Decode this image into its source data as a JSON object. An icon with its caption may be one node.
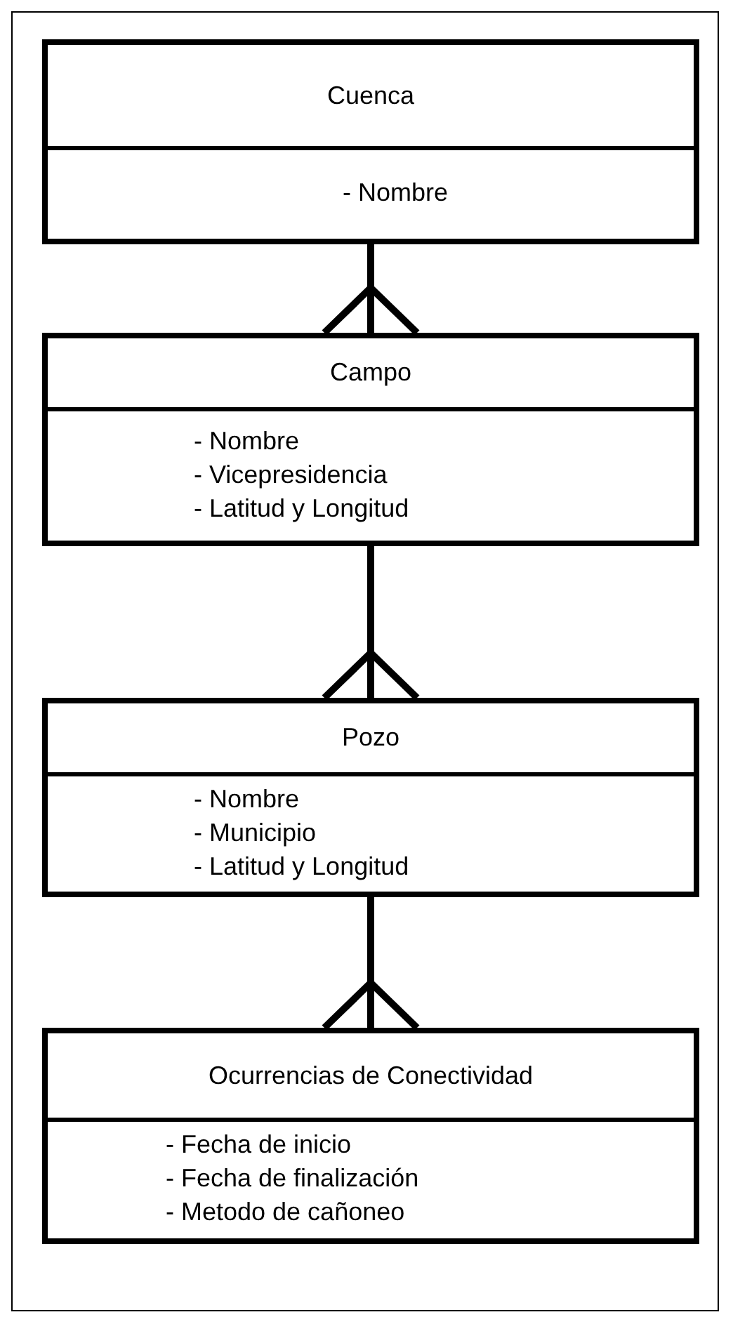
{
  "diagram": {
    "nodes": [
      {
        "text": [
          "Cuenca",
          "- Nombre"
        ]
      },
      {
        "text": [
          "Campo",
          "- Nombre",
          "- Vicepresidencia",
          "- Latitud y Longitud"
        ]
      },
      {
        "text": [
          "Pozo",
          "- Nombre",
          "- Municipio",
          "- Latitud y Longitud"
        ]
      },
      {
        "text": [
          "Ocurrencias de Conectividad",
          "- Fecha de inicio",
          "- Fecha de finalización",
          "- Metodo de cañoneo"
        ]
      }
    ],
    "edges": [
      {
        "from": 0,
        "to": 1,
        "arrow": "other"
      },
      {
        "from": 1,
        "to": 2,
        "arrow": "other"
      },
      {
        "from": 2,
        "to": 3,
        "arrow": "other"
      }
    ]
  }
}
